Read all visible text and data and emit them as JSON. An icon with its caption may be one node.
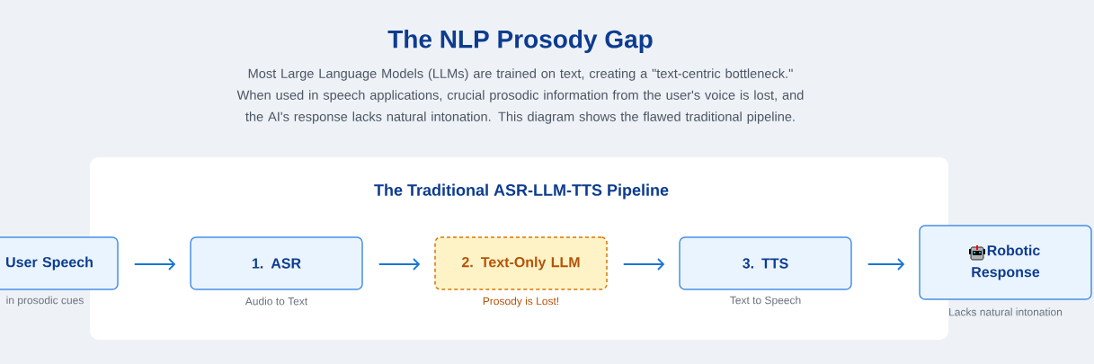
{
  "diagram": {
    "title": "The NLP Prosody Gap",
    "caption": "Most Large Language Models (LLMs) are trained on text, creating a \"text-centric bottleneck.\" When used in speech applications, crucial prosodic information from the user's voice is lost, and the AI's response lacks natural intonation. This diagram shows the flawed traditional pipeline.",
    "nodes": [
      {
        "text": [
          "The Traditional ASR-LLM-TTS Pipeline"
        ]
      },
      {
        "text": [
          "User Speech"
        ],
        "beside": [
          "in prosodic cues"
        ]
      },
      {
        "text": [
          "1. ASR"
        ],
        "beside": [
          "Audio to Text"
        ],
        "in": 0
      },
      {
        "text": [
          "2. Text-Only LLM"
        ],
        "beside": [
          "Prosody is Lost!"
        ],
        "in": 0
      },
      {
        "text": [
          "3. TTS"
        ],
        "beside": [
          "Text to Speech"
        ],
        "in": 0
      },
      {
        "text": [
          "Robotic Response"
        ],
        "beside": [
          "Lacks natural intonation"
        ]
      }
    ],
    "edges": [
      {
        "from": 1,
        "to": 2,
        "arrow": "to"
      },
      {
        "from": 2,
        "to": 3,
        "arrow": "to"
      },
      {
        "from": 3,
        "to": 4,
        "arrow": "to"
      },
      {
        "from": 4,
        "to": 5,
        "arrow": "to"
      }
    ]
  }
}
